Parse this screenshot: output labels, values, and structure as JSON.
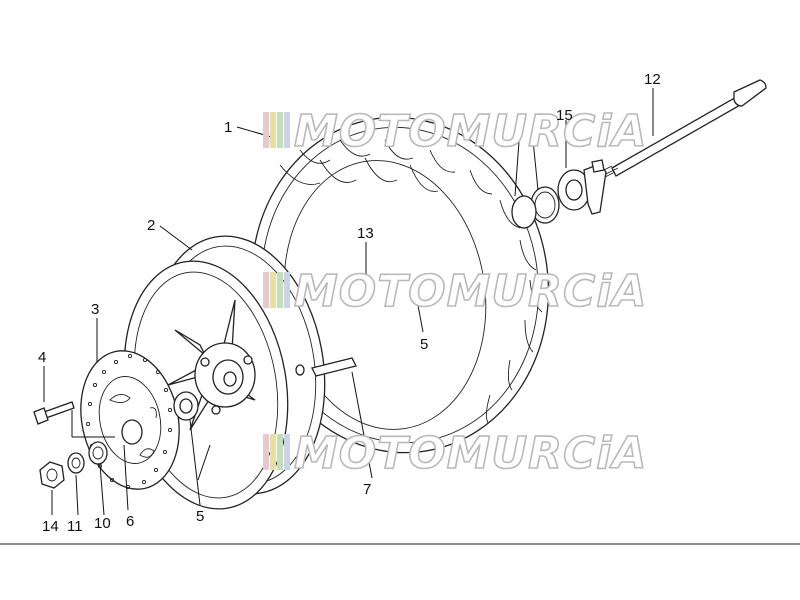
{
  "watermark": {
    "text": "MOTOMURCiA",
    "colors": [
      "#e8c9cf",
      "#e7dfa6",
      "#bfe0b8",
      "#c9d5e6"
    ]
  },
  "callouts": {
    "c1": "1",
    "c2": "2",
    "c3": "3",
    "c4": "4",
    "c5a": "5",
    "c5b": "5",
    "c6": "6",
    "c7": "7",
    "c10": "10",
    "c11": "11",
    "c12": "12",
    "c13": "13",
    "c14": "14",
    "c15": "15"
  },
  "colors": {
    "line": "#111111",
    "watermark_stroke": "#b9b9b9",
    "background": "#ffffff"
  }
}
